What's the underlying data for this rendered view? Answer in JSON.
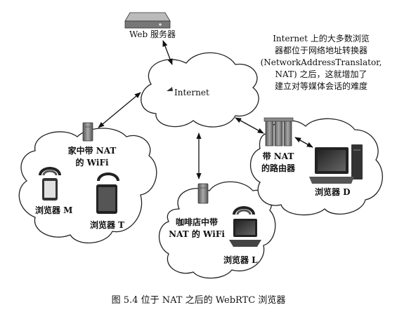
{
  "diagram": {
    "server_label": "Web 服务器",
    "internet_label": "Internet",
    "note_lines": [
      "Internet 上的大多数浏览",
      "器都位于网络地址转换器",
      "(NetworkAddressTranslator,",
      "NAT) 之后，这就增加了",
      "建立对等媒体会话的难度"
    ],
    "home": {
      "nat_line1": "家中带 NAT",
      "nat_line2": "的 WiFi",
      "browser_m": "浏览器 M",
      "browser_t": "浏览器 T"
    },
    "cafe": {
      "nat_line1": "咖啡店中带",
      "nat_line2": "NAT 的 WiFi",
      "browser_l": "浏览器 L"
    },
    "router": {
      "line1": "带 NAT",
      "line2": "的路由器",
      "browser_d": "浏览器 D"
    },
    "caption": "图 5.4    位于 NAT 之后的 WebRTC 浏览器"
  }
}
